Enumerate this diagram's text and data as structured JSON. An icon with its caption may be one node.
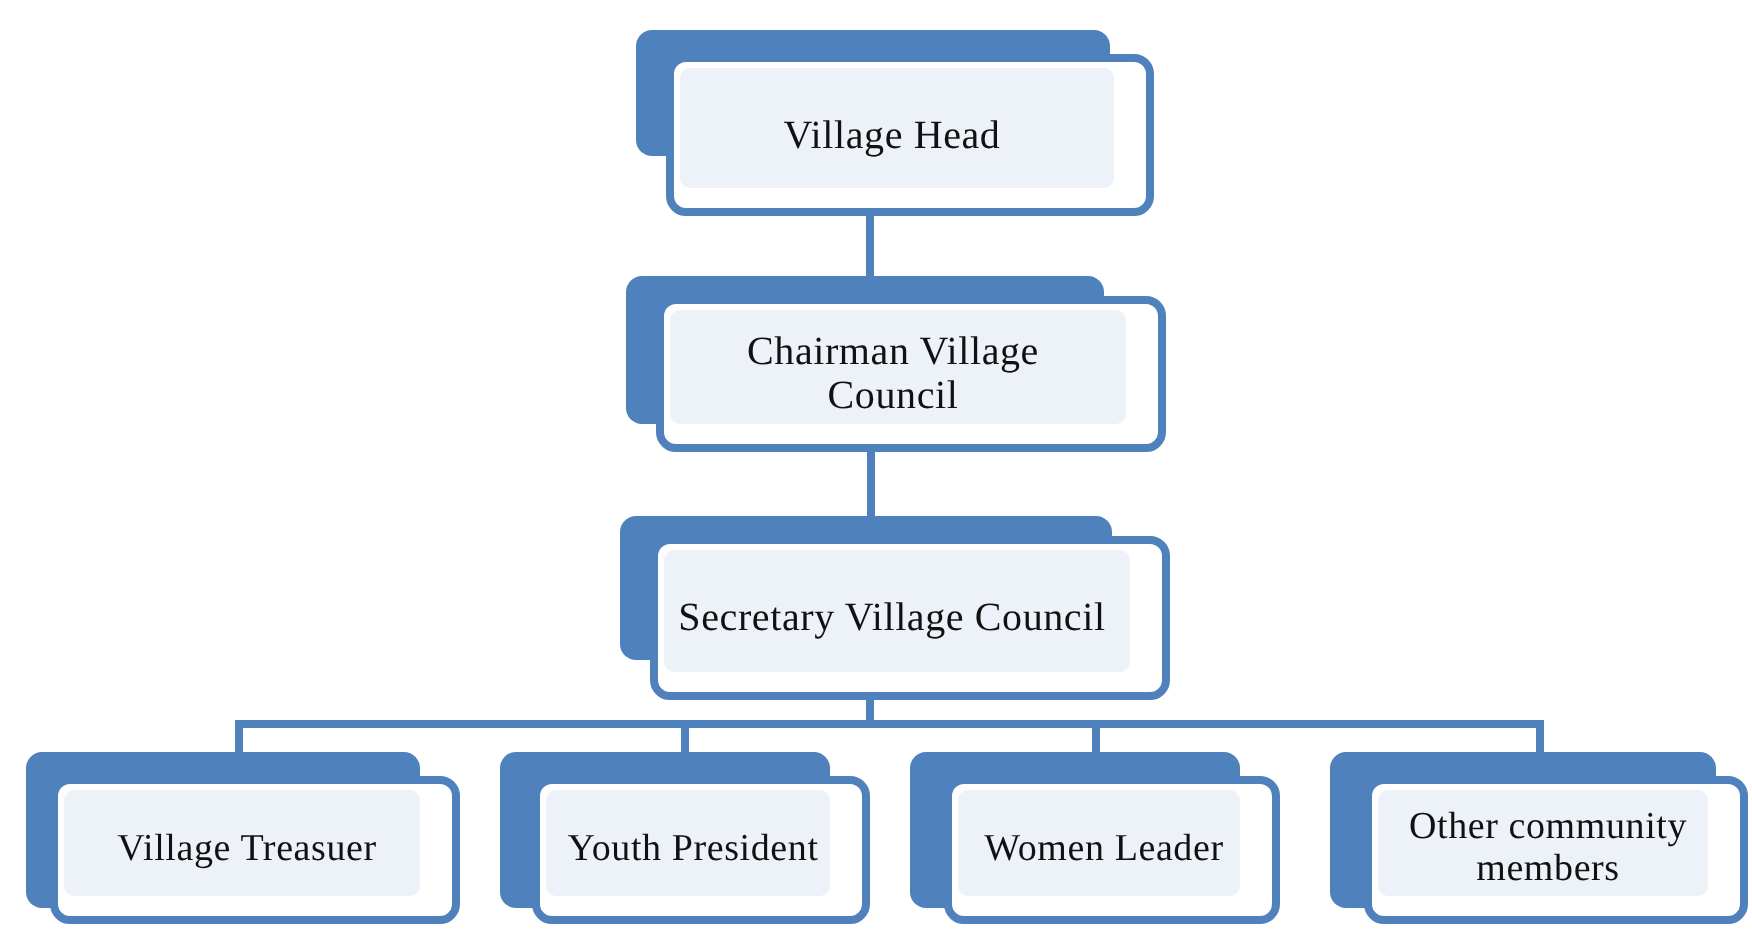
{
  "diagram": {
    "nodes": [
      {
        "text": [
          "Village Head"
        ]
      },
      {
        "text": [
          "Chairman Village Council"
        ]
      },
      {
        "text": [
          "Secretary Village Council"
        ]
      },
      {
        "text": [
          "Village Treasuer"
        ]
      },
      {
        "text": [
          "Youth President"
        ]
      },
      {
        "text": [
          "Women Leader"
        ]
      },
      {
        "text": [
          "Other community members"
        ]
      }
    ],
    "edges": [
      {
        "from": 0,
        "to": 1,
        "arrow": "none"
      },
      {
        "from": 1,
        "to": 2,
        "arrow": "none"
      },
      {
        "from": 2,
        "to": 3,
        "arrow": "none"
      },
      {
        "from": 2,
        "to": 4,
        "arrow": "none"
      },
      {
        "from": 2,
        "to": 5,
        "arrow": "none"
      },
      {
        "from": 2,
        "to": 6,
        "arrow": "none"
      }
    ]
  }
}
